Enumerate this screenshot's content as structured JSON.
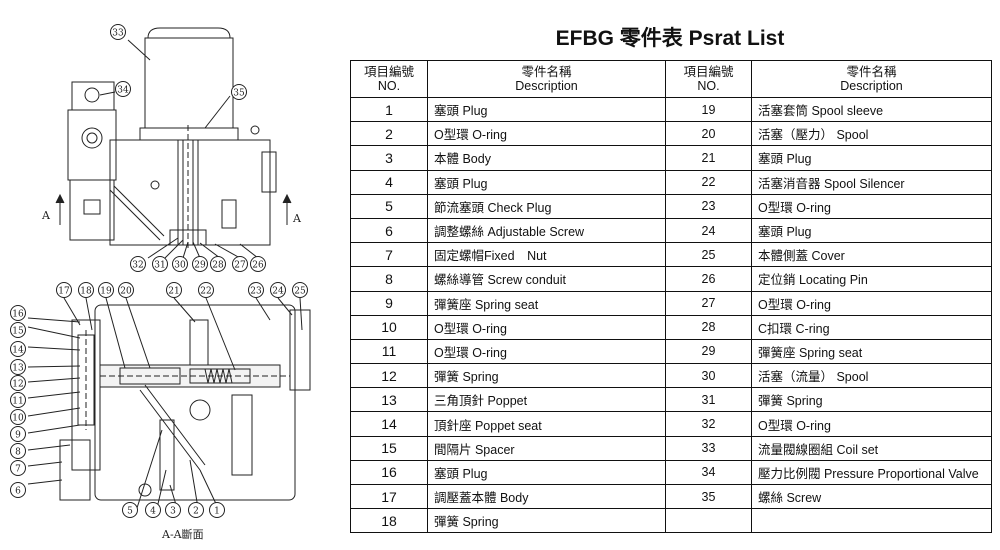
{
  "title": "EFBG 零件表 Psrat List",
  "table": {
    "headers": {
      "no_zh": "項目編號",
      "no_en": "NO.",
      "desc_zh": "零件名稱",
      "desc_en": "Description"
    },
    "left": [
      {
        "no": "1",
        "desc": "塞頭 Plug"
      },
      {
        "no": "2",
        "desc": "O型環 O-ring"
      },
      {
        "no": "3",
        "desc": "本體 Body"
      },
      {
        "no": "4",
        "desc": "塞頭 Plug"
      },
      {
        "no": "5",
        "desc": "節流塞頭 Check Plug"
      },
      {
        "no": "6",
        "desc": "調整螺絲 Adjustable Screw"
      },
      {
        "no": "7",
        "desc": "固定螺帽Fixed　Nut"
      },
      {
        "no": "8",
        "desc": "螺絲導管 Screw conduit"
      },
      {
        "no": "9",
        "desc": "彈簧座 Spring seat"
      },
      {
        "no": "10",
        "desc": "O型環 O-ring"
      },
      {
        "no": "11",
        "desc": "O型環 O-ring"
      },
      {
        "no": "12",
        "desc": "彈簧 Spring"
      },
      {
        "no": "13",
        "desc": "三角頂針 Poppet"
      },
      {
        "no": "14",
        "desc": "頂針座 Poppet seat"
      },
      {
        "no": "15",
        "desc": "間隔片 Spacer"
      },
      {
        "no": "16",
        "desc": "塞頭 Plug"
      },
      {
        "no": "17",
        "desc": "調壓蓋本體 Body"
      },
      {
        "no": "18",
        "desc": "彈簧 Spring"
      }
    ],
    "right": [
      {
        "no": "19",
        "desc": "活塞套筒 Spool sleeve"
      },
      {
        "no": "20",
        "desc": "活塞（壓力） Spool"
      },
      {
        "no": "21",
        "desc": "塞頭 Plug"
      },
      {
        "no": "22",
        "desc": "活塞消音器 Spool Silencer"
      },
      {
        "no": "23",
        "desc": "O型環 O-ring"
      },
      {
        "no": "24",
        "desc": "塞頭 Plug"
      },
      {
        "no": "25",
        "desc": "本體側蓋 Cover"
      },
      {
        "no": "26",
        "desc": "定位銷 Locating Pin"
      },
      {
        "no": "27",
        "desc": "O型環 O-ring"
      },
      {
        "no": "28",
        "desc": "C扣環 C-ring"
      },
      {
        "no": "29",
        "desc": "彈簧座 Spring seat"
      },
      {
        "no": "30",
        "desc": "活塞（流量） Spool"
      },
      {
        "no": "31",
        "desc": "彈簧 Spring"
      },
      {
        "no": "32",
        "desc": "O型環 O-ring"
      },
      {
        "no": "33",
        "desc": "流量閥線圈組 Coil set"
      },
      {
        "no": "34",
        "desc": "壓力比例閥 Pressure Proportional Valve"
      },
      {
        "no": "35",
        "desc": "螺絲 Screw"
      },
      {
        "no": "",
        "desc": ""
      }
    ]
  },
  "drawing": {
    "section_caption": "A-A斷面",
    "section_mark": "A",
    "top_callouts": [
      "33",
      "34",
      "35",
      "32",
      "31",
      "30",
      "29",
      "28",
      "27",
      "26"
    ],
    "top_row_callouts": [
      "17",
      "18",
      "19",
      "20",
      "21",
      "22",
      "23",
      "24",
      "25"
    ],
    "left_callouts": [
      "16",
      "15",
      "14",
      "13",
      "12",
      "11",
      "10",
      "9",
      "8",
      "7",
      "6"
    ],
    "bottom_callouts": [
      "5",
      "4",
      "3",
      "2",
      "1"
    ]
  }
}
